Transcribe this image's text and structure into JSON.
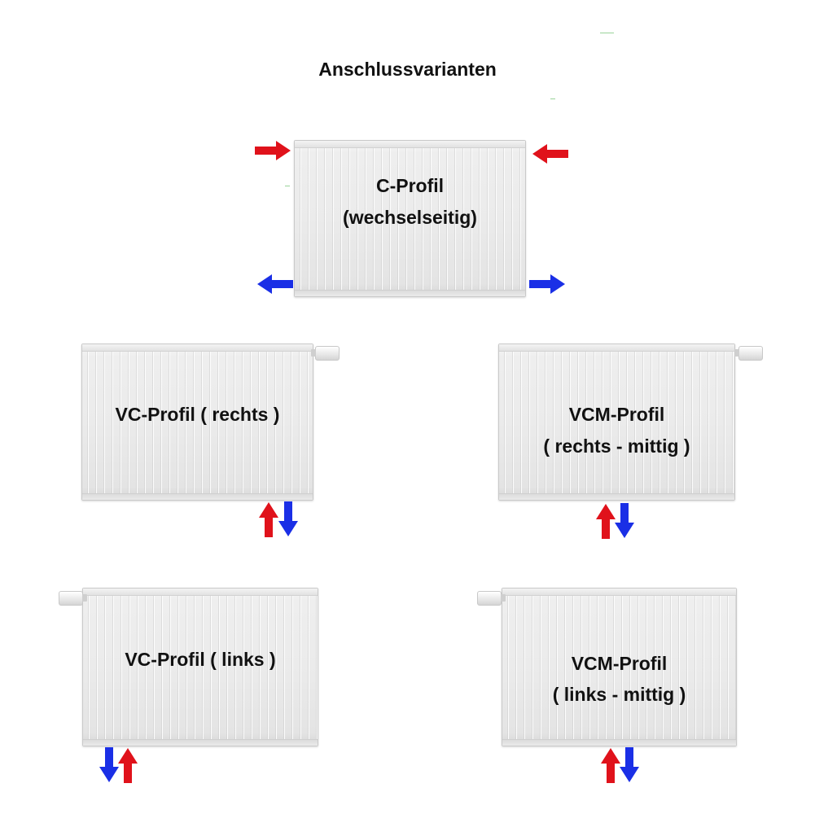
{
  "title": "Anschlussvarianten",
  "colors": {
    "supply": "#e0121b",
    "return": "#1a2fe6"
  },
  "variants": [
    {
      "id": "c-profil",
      "line1": "C-Profil",
      "line2": "(wechselseitig)"
    },
    {
      "id": "vc-rechts",
      "line1": "VC-Profil ( rechts )",
      "line2": ""
    },
    {
      "id": "vcm-rechts",
      "line1": "VCM-Profil",
      "line2": "( rechts - mittig )"
    },
    {
      "id": "vc-links",
      "line1": "VC-Profil ( links )",
      "line2": ""
    },
    {
      "id": "vcm-links",
      "line1": "VCM-Profil",
      "line2": "( links - mittig )"
    }
  ]
}
